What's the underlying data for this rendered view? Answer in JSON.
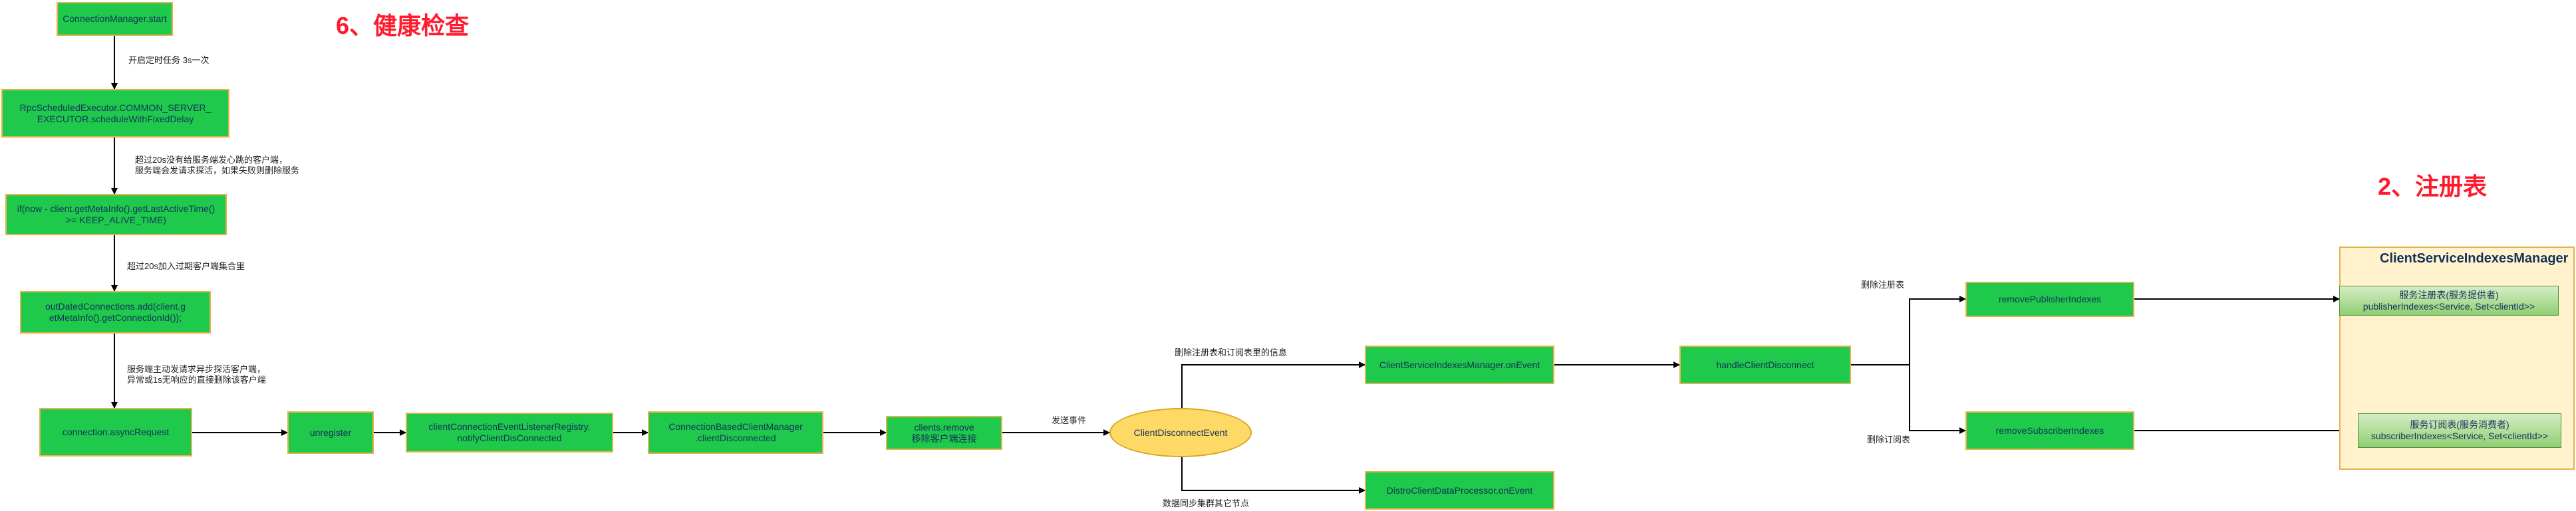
{
  "titles": {
    "health_check": "6、健康检查",
    "registry": "2、注册表"
  },
  "nodes": {
    "connection_manager_start": "ConnectionManager.start",
    "rpc_scheduled_executor": "RpcScheduledExecutor.COMMON_SERVER_\nEXECUTOR.scheduleWithFixedDelay",
    "if_keep_alive": "if(now - client.getMetaInfo().getLastActiveTime()\n>= KEEP_ALIVE_TIME)",
    "outdated_connections_add": "outDatedConnections.add(client.g\netMetaInfo().getConnectionId());",
    "connection_async_request": "connection.asyncRequest",
    "unregister": "unregister",
    "listener_registry_notify": "clientConnectionEventListenerRegistry.\nnotifyClientDisConnected",
    "client_based_manager": "ConnectionBasedClientManager\n.clientDisconnected",
    "clients_remove": "clients.remove\n移除客户端连接",
    "client_disconnect_event": "ClientDisconnectEvent",
    "client_service_indexes_on_event": "ClientServiceIndexesManager.onEvent",
    "distro_on_event": "DistroClientDataProcessor.onEvent",
    "handle_client_disconnect": "handleClientDisconnect",
    "remove_publisher_indexes": "removePublisherIndexes",
    "remove_subscriber_indexes": "removeSubscriberIndexes"
  },
  "edge_labels": {
    "start_timer": "开启定时任务 3s一次",
    "over_20s_probe": "超过20s没有给服务端发心跳的客户端，\n服务端会发请求探活，如果失败则删除服务",
    "over_20s_outdated": "超过20s加入过期客户端集合里",
    "server_probe": "服务端主动发请求异步探活客户端，\n异常或1s无响应的直接删除该客户端",
    "send_event": "发送事件",
    "delete_registry_subscriptions": "删除注册表和订阅表里的信息",
    "sync_cluster": "数据同步集群其它节点",
    "delete_registry": "删除注册表",
    "delete_subscription": "删除订阅表"
  },
  "panel": {
    "title": "ClientServiceIndexesManager",
    "publisher_indexes": "服务注册表(服务提供者)\npublisherIndexes<Service, Set<clientId>>",
    "subscriber_indexes": "服务订阅表(服务消费者)\nsubscriberIndexes<Service, Set<clientId>>"
  },
  "colors": {
    "node_fill": "#1ec94c",
    "node_border": "#e8b24a",
    "event_fill": "#ffd966",
    "panel_fill": "#fff2cc",
    "title_red": "#ff1a2e",
    "edge": "#000000"
  }
}
